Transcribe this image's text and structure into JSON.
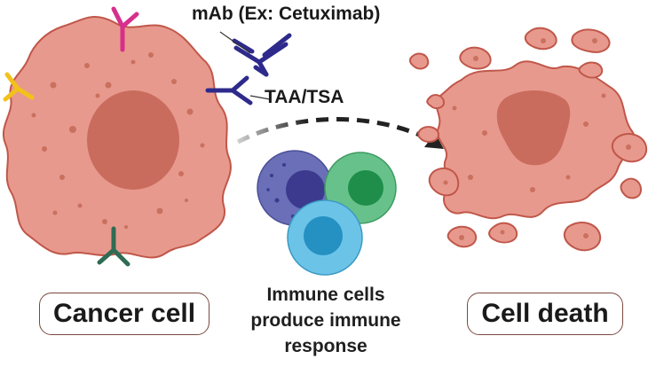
{
  "labels": {
    "antibody": "mAb (Ex: Cetuximab)",
    "antigen": "TAA/TSA",
    "cancer_cell": "Cancer cell",
    "cell_death": "Cell death",
    "immune_line1": "Immune cells",
    "immune_line2": "produce immune",
    "immune_line3": "response"
  },
  "colors": {
    "cell_fill": "#e8998d",
    "cell_stroke": "#c0574a",
    "nucleus": "#c96c5e",
    "speckle": "#c9705f",
    "receptor_magenta": "#d62f8c",
    "receptor_yellow": "#f2c21b",
    "receptor_green": "#2f6b55",
    "antibody_navy": "#2e2a8c",
    "arrow": "#222222",
    "immune_purple": "#6a6fb8",
    "immune_green": "#66c28a",
    "immune_blue": "#6cc3e8"
  }
}
